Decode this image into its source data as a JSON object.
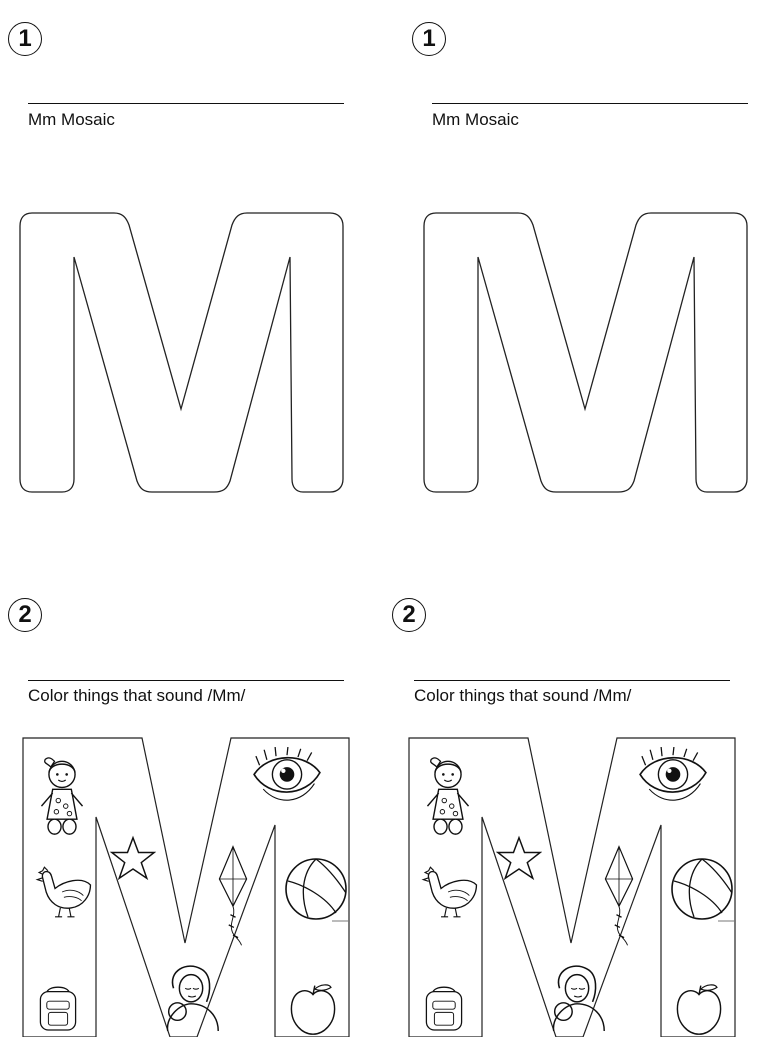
{
  "panels": [
    {
      "number": "1",
      "caption": "Mm Mosaic"
    },
    {
      "number": "1",
      "caption": "Mm Mosaic"
    },
    {
      "number": "2",
      "caption": "Color things that sound /Mm/"
    },
    {
      "number": "2",
      "caption": "Color things that sound /Mm/"
    }
  ],
  "pictures": [
    "doll-icon",
    "eye-icon",
    "star-icon",
    "kite-icon",
    "hen-icon",
    "beach-ball-icon",
    "backpack-icon",
    "mother-baby-icon",
    "apple-icon"
  ]
}
